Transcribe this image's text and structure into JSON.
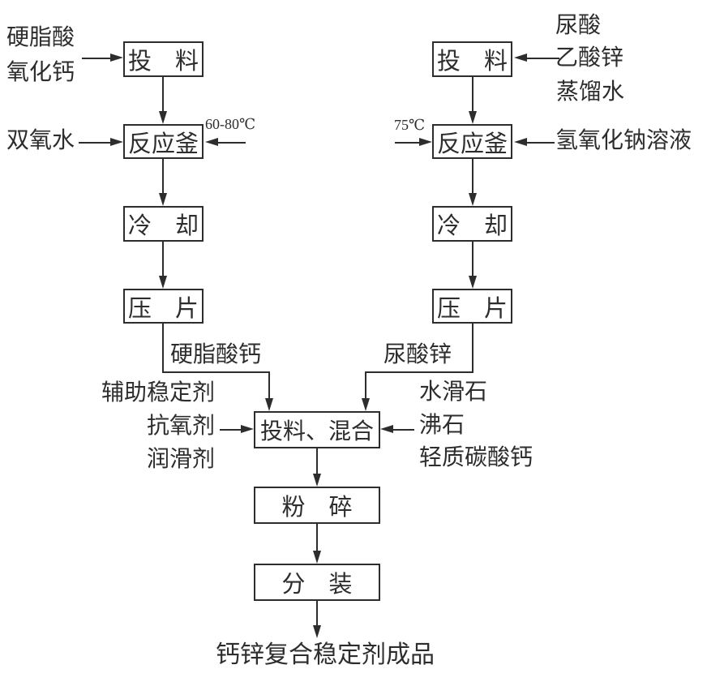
{
  "flow": {
    "left": {
      "feed_inputs": [
        "硬脂酸",
        "氧化钙"
      ],
      "reactor_input": "双氧水",
      "reactor_temp": "60-80℃",
      "steps": {
        "feed": "投　料",
        "reactor": "反应釜",
        "cool": "冷　却",
        "press": "压　片"
      },
      "intermediate": "硬脂酸钙"
    },
    "right": {
      "feed_inputs": [
        "尿酸",
        "乙酸锌",
        "蒸馏水"
      ],
      "reactor_input": "氢氧化钠溶液",
      "reactor_temp": "75℃",
      "steps": {
        "feed": "投　料",
        "reactor": "反应釜",
        "cool": "冷　却",
        "press": "压　片"
      },
      "intermediate": "尿酸锌"
    },
    "mix": {
      "label": "投料、混合",
      "left_additives": [
        "辅助稳定剂",
        "抗氧剂",
        "润滑剂"
      ],
      "right_additives": [
        "水滑石",
        "沸石",
        "轻质碳酸钙"
      ]
    },
    "crush_label": "粉　碎",
    "pack_label": "分　装",
    "final_product": "钙锌复合稳定剂成品"
  },
  "colors": {
    "ink": "#2d2d2d",
    "background": "#ffffff"
  }
}
